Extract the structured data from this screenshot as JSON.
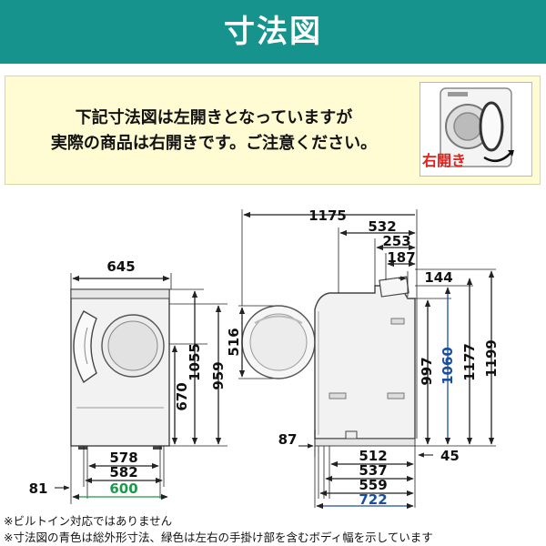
{
  "header": {
    "title": "寸法図",
    "color": "#16938c"
  },
  "notice": {
    "line1": "下記寸法図は左開きとなっていますが",
    "line2": "実際の商品は右開きです。ご注意ください。",
    "right_open_label": "右開き"
  },
  "colors": {
    "total_dimension": "#1a4ea3",
    "body_width": "#1a9a4a",
    "line": "#222222"
  },
  "front_view": {
    "top_width": "645",
    "heights": {
      "h1055": "1055",
      "h959": "959",
      "h670": "670"
    },
    "widths": {
      "w578": "578",
      "w582": "582",
      "w600": "600"
    },
    "left_offset": "81"
  },
  "door_view": {
    "height": "516"
  },
  "side_view": {
    "top": {
      "d1175": "1175",
      "d532": "532",
      "d253": "253",
      "d187": "187",
      "d144": "144"
    },
    "heights": {
      "h997": "997",
      "h1060": "1060",
      "h1177": "1177",
      "h1199": "1199"
    },
    "left_offset": "87",
    "right_offset": "45",
    "bottom": {
      "d512": "512",
      "d537": "537",
      "d559": "559",
      "d722": "722"
    }
  },
  "footnotes": {
    "line1": "※ビルトイン対応ではありません",
    "line2": "※寸法図の青色は総外形寸法、緑色は左右の手掛け部を含むボディ幅を示しています"
  }
}
